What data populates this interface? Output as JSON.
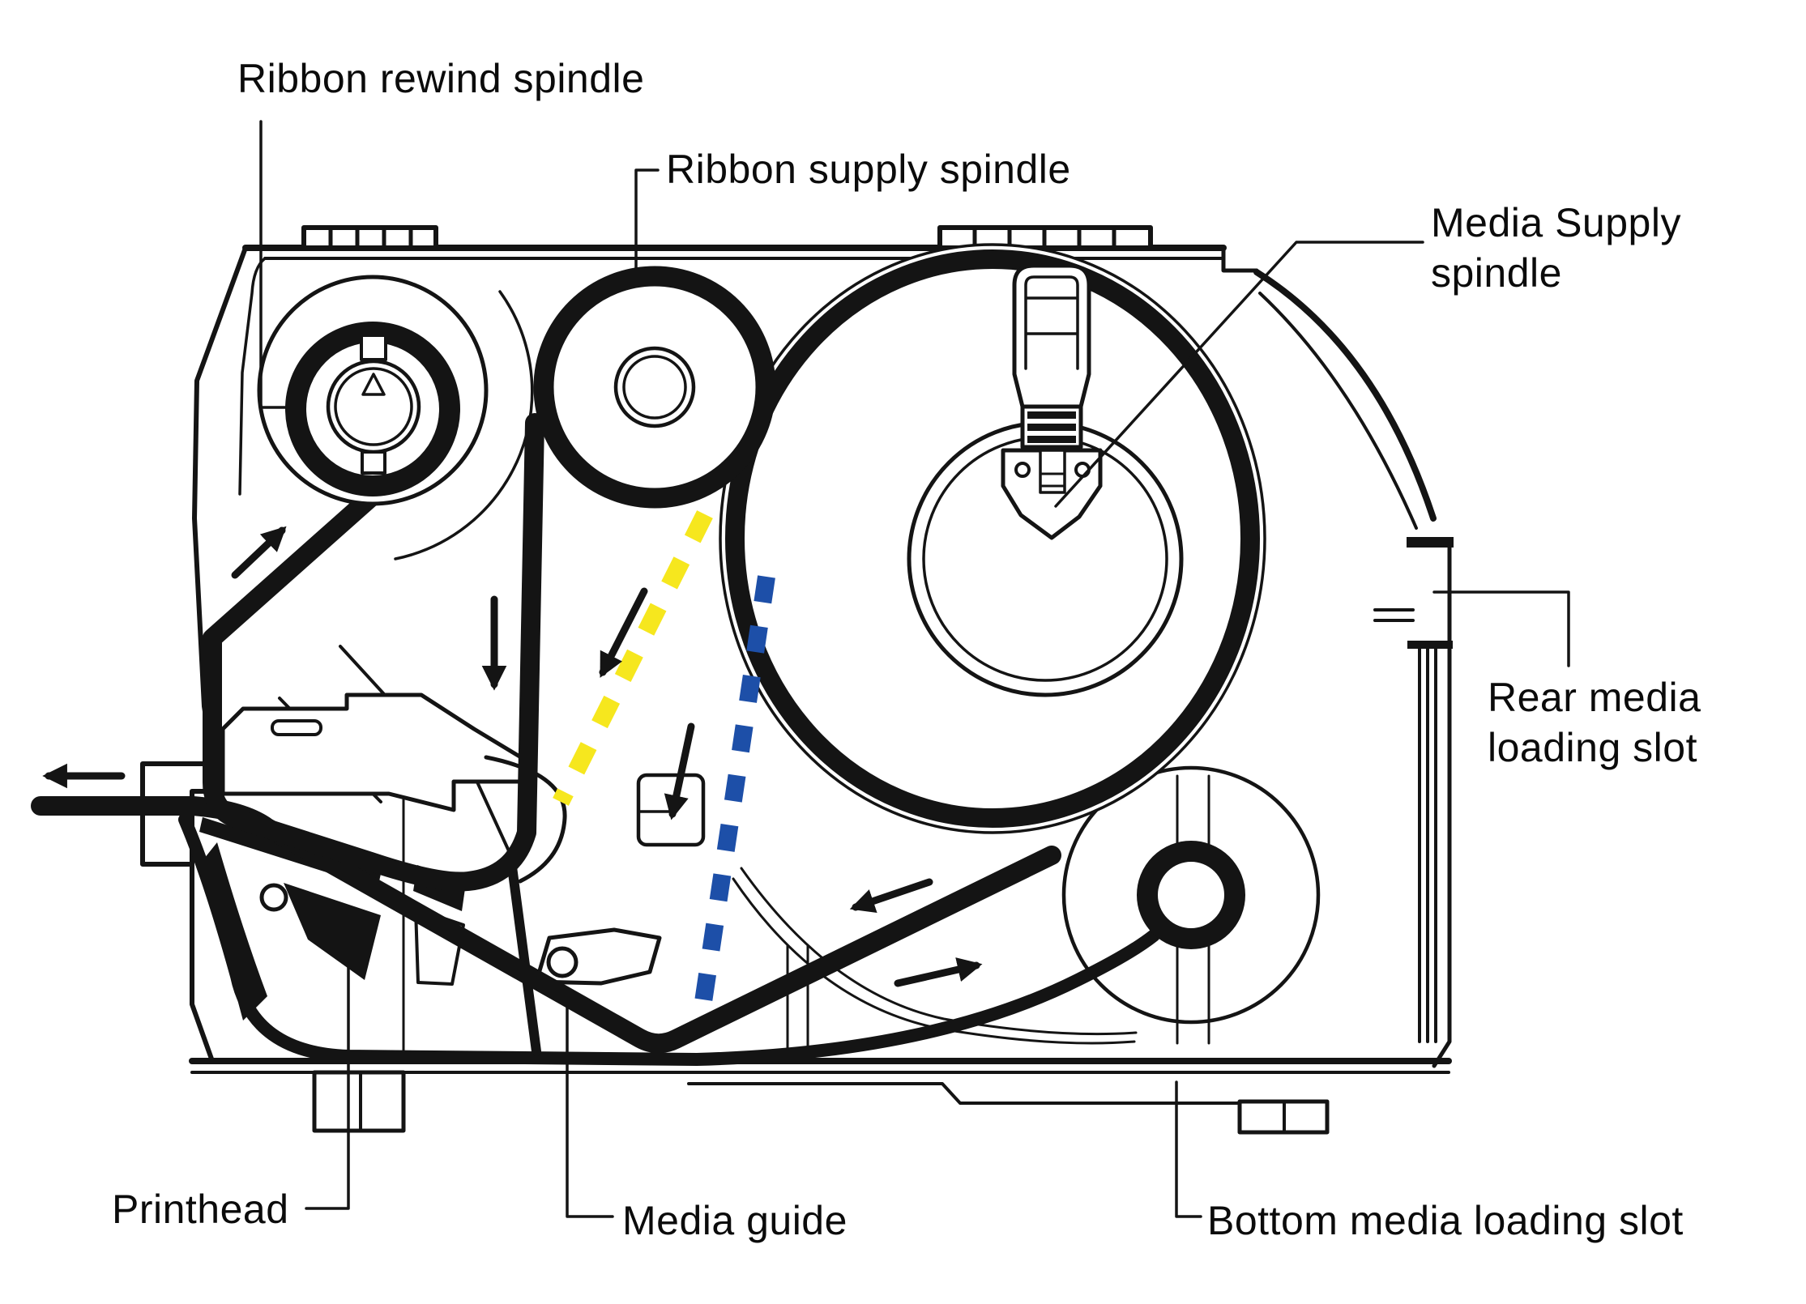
{
  "title": "Printer ribbon and media loading path diagram",
  "labels": {
    "ribbon_rewind": "Ribbon rewind spindle",
    "ribbon_supply": "Ribbon supply spindle",
    "media_supply": "Media Supply spindle",
    "rear_slot": "Rear media loading slot",
    "printhead": "Printhead",
    "media_guide": "Media guide",
    "bottom_slot": "Bottom media loading slot"
  },
  "colors": {
    "ribbon_path": "#F6E71E",
    "media_path": "#1D4FA8",
    "line_art": "#141414",
    "background": "#FFFFFF"
  },
  "paths": [
    {
      "name": "ribbon-path",
      "color_key": "ribbon_path",
      "style": "solid",
      "description": "Ribbon route: supply roll down to printhead, back up to rewind spindle"
    },
    {
      "name": "ribbon-path-alternate",
      "color_key": "ribbon_path",
      "style": "dashed",
      "description": "Alternate ribbon drop from supply roll"
    },
    {
      "name": "media-path",
      "color_key": "media_path",
      "style": "solid",
      "description": "Media route: media roll down to media guide, under printhead, out the front"
    },
    {
      "name": "media-path-alternate",
      "color_key": "media_path",
      "style": "dashed",
      "description": "Internal media drop from media roll"
    },
    {
      "name": "external-media-path",
      "color_key": "line_art",
      "style": "solid",
      "description": "Media fed from bottom/rear loading slots around external roll"
    }
  ]
}
